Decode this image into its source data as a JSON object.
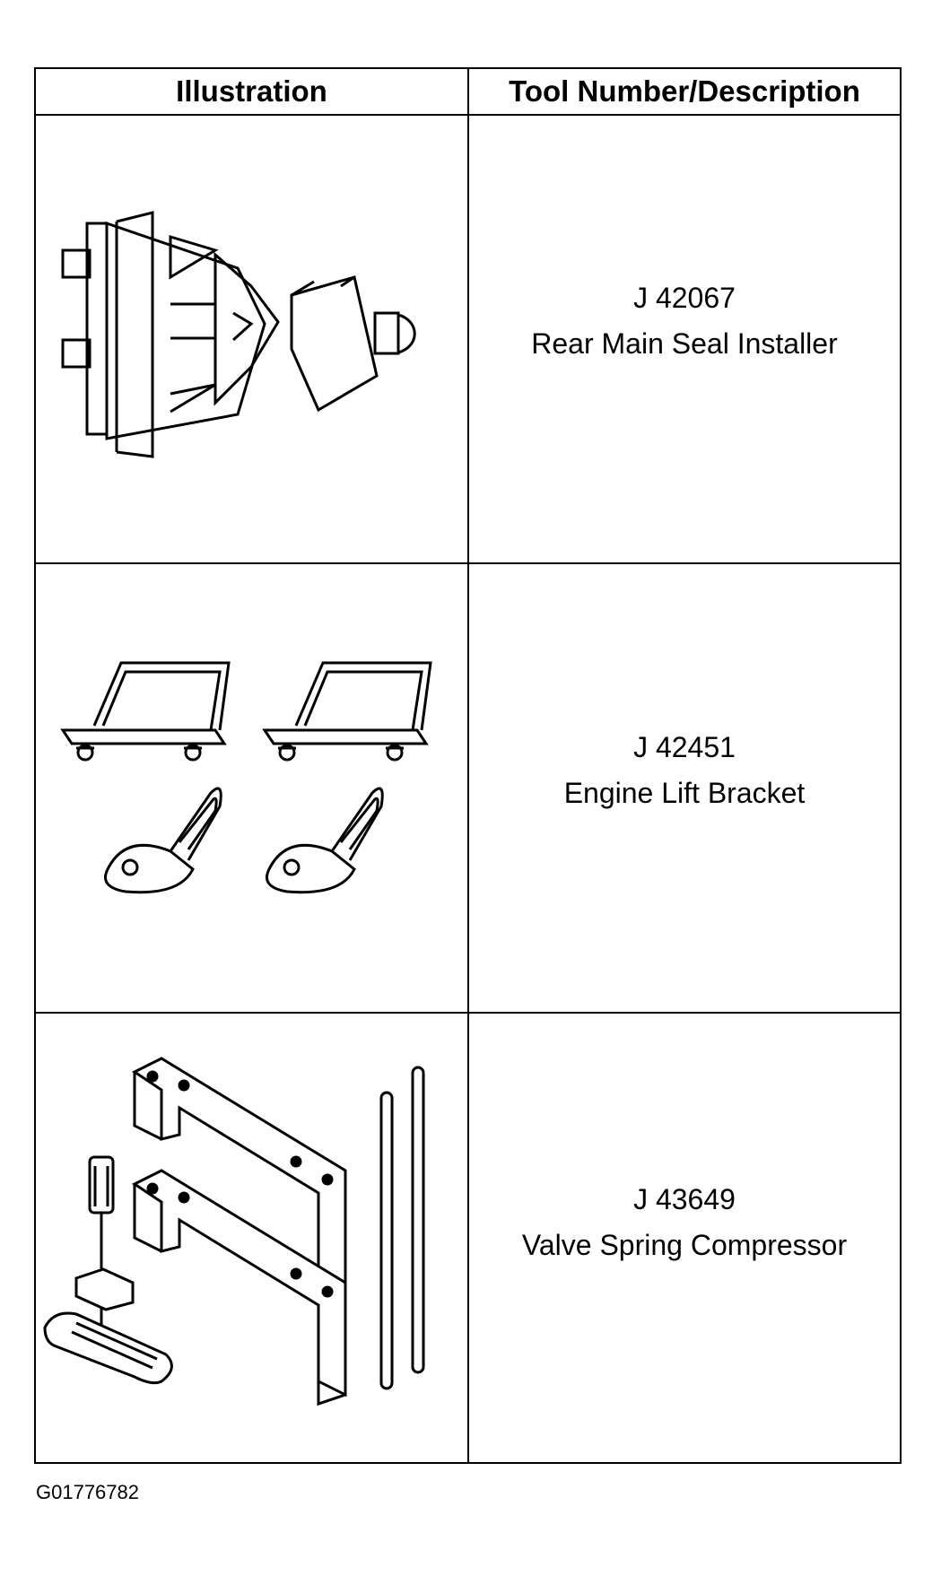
{
  "table": {
    "headers": [
      "Illustration",
      "Tool Number/Description"
    ],
    "rows": [
      {
        "tool_number": "J 42067",
        "description": "Rear Main Seal Installer",
        "illustration_icon": "rear-main-seal-installer"
      },
      {
        "tool_number": "J 42451",
        "description": "Engine Lift Bracket",
        "illustration_icon": "engine-lift-bracket"
      },
      {
        "tool_number": "J 43649",
        "description": "Valve Spring Compressor",
        "illustration_icon": "valve-spring-compressor"
      }
    ]
  },
  "figure_id": "G01776782"
}
